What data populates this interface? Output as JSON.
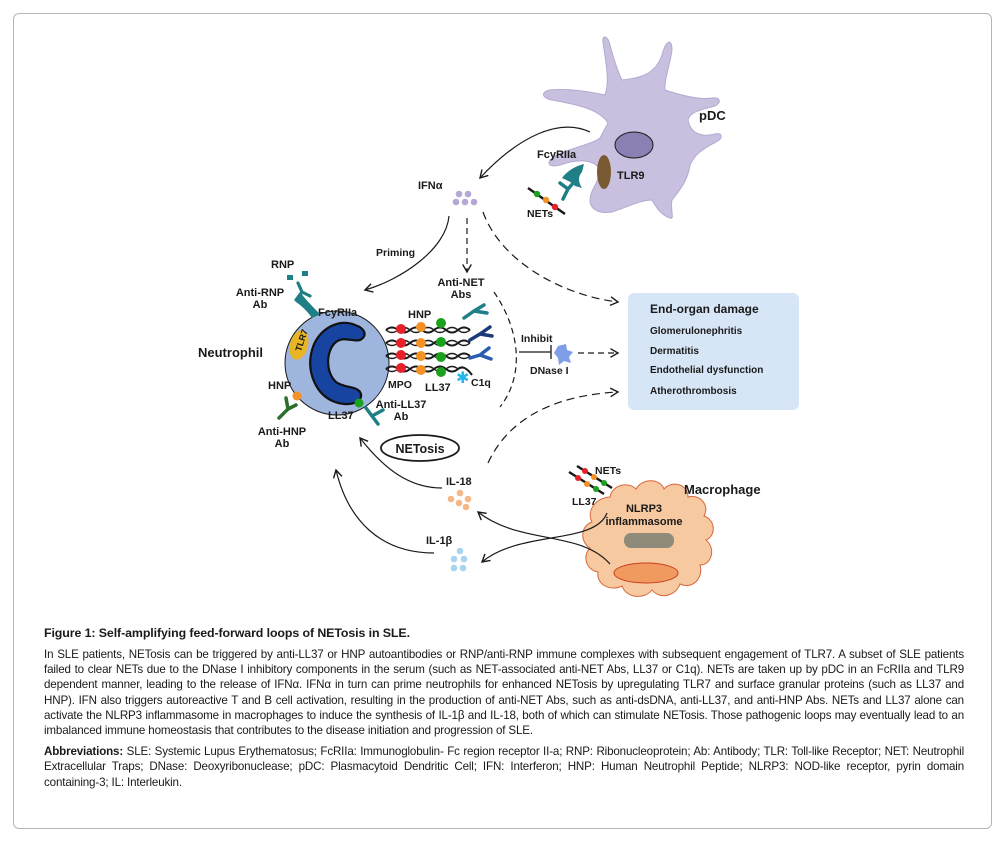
{
  "figure": {
    "labels": {
      "pdc": "pDC",
      "fcyriia_pdc": "FcyRIIa",
      "tlr9": "TLR9",
      "nets_pdc": "NETs",
      "ifna": "IFNα",
      "priming": "Priming",
      "rnp": "RNP",
      "anti_rnp_ab_line1": "Anti-RNP",
      "anti_rnp_ab_line2": "Ab",
      "fcyriia_neutrophil": "FcyRIIa",
      "tlr7": "TLR7",
      "neutrophil": "Neutrophil",
      "hnp_left": "HNP",
      "anti_hnp_ab_line1": "Anti-HNP",
      "anti_hnp_ab_line2": "Ab",
      "ll37_bottom": "LL37",
      "anti_ll37_ab_line1": "Anti-LL37",
      "anti_ll37_ab_line2": "Ab",
      "anti_net_abs_line1": "Anti-NET",
      "anti_net_abs_line2": "Abs",
      "hnp_strand": "HNP",
      "mpo": "MPO",
      "ll37_strand": "LL37",
      "c1q": "C1q",
      "inhibit": "Inhibit",
      "dnase": "DNase I",
      "netosis": "NETosis",
      "il18": "IL-18",
      "il1b": "IL-1β",
      "nets_macrophage": "NETs",
      "ll37_macrophage": "LL37",
      "macrophage": "Macrophage",
      "nlrp3_line1": "NLRP3",
      "nlrp3_line2": "inflammasome"
    },
    "end_organ": {
      "title": "End-organ damage",
      "items": [
        "Glomerulonephritis",
        "Dermatitis",
        "Endothelial dysfunction",
        "Atherothrombosis"
      ]
    },
    "colors": {
      "pdc_cell": "#c9c0df",
      "pdc_nucleus": "#8a80b3",
      "tlr9": "#7a5a32",
      "fc_receptor": "#1f7f86",
      "neutrophil_cell": "#9eb5dd",
      "neutrophil_nucleus": "#1744a0",
      "tlr7": "#e8b524",
      "mpo_red": "#e8202a",
      "hnp_orange": "#f39325",
      "ll37_green": "#1aa11e",
      "c1q_cyan": "#27b6e8",
      "dark_ab": "#1c3a78",
      "blue_ab": "#2a5db0",
      "anti_hnp_ab": "#2c6e2e",
      "dnase": "#7f9ee8",
      "end_organ_box": "#d7e6f6",
      "il18": "#f5b888",
      "il1b": "#a8d4f0",
      "ifna": "#b5a8d5",
      "macrophage_cell": "#f7c9a0",
      "macrophage_border": "#d9663a",
      "inflammasome": "#8f8a7a",
      "macrophage_nucleus": "#f09a60"
    }
  },
  "caption": {
    "title": "Figure 1: Self-amplifying feed-forward loops of NETosis in SLE.",
    "body": "In SLE patients, NETosis can be triggered by anti-LL37 or HNP autoantibodies or RNP/anti-RNP immune complexes with subsequent engagement of TLR7. A subset of SLE patients failed to clear NETs due to the DNase I inhibitory components in the serum (such as NET-associated anti-NET Abs, LL37 or C1q). NETs are taken up by pDC in an FcRIIa and TLR9 dependent manner, leading to the release of IFNα. IFNα in turn can prime neutrophils for enhanced NETosis by upregulating TLR7 and surface granular proteins (such as LL37 and HNP). IFN also triggers autoreactive T and B cell activation, resulting in the production of anti-NET Abs, such as anti-dsDNA, anti-LL37, and anti-HNP Abs. NETs and LL37 alone can activate the NLRP3 inflammasome in macrophages to induce the synthesis of IL-1β and IL-18, both of which can stimulate NETosis. Those pathogenic loops may eventually lead to an imbalanced immune homeostasis that contributes to the disease initiation and progression of SLE.",
    "abbr_label": "Abbreviations:",
    "abbr_text": " SLE: Systemic Lupus Erythematosus; FcRIIa: Immunoglobulin- Fc region receptor II-a; RNP: Ribonucleoprotein; Ab: Antibody; TLR: Toll-like Receptor; NET: Neutrophil Extracellular Traps; DNase: Deoxyribonuclease; pDC: Plasmacytoid Dendritic Cell; IFN: Interferon; HNP: Human Neutrophil Peptide; NLRP3: NOD-like receptor, pyrin domain containing-3; IL: Interleukin."
  }
}
